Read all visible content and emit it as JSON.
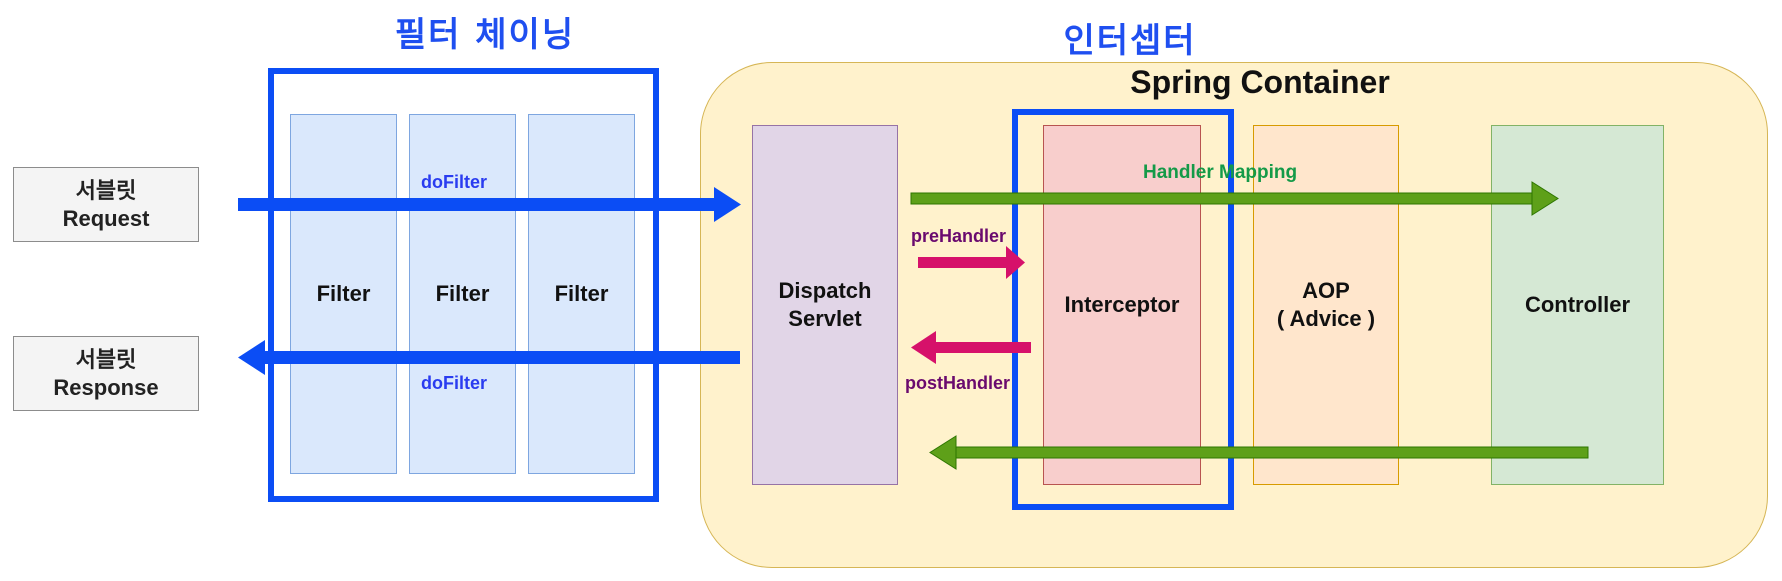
{
  "titles": {
    "filter_chaining": "필터 체이닝",
    "interceptor": "인터셉터"
  },
  "container": {
    "title": "Spring Container"
  },
  "servlet_request": {
    "line1": "서블릿",
    "line2": "Request"
  },
  "servlet_response": {
    "line1": "서블릿",
    "line2": "Response"
  },
  "filters": [
    "Filter",
    "Filter",
    "Filter"
  ],
  "do_filter_top": "doFilter",
  "do_filter_bottom": "doFilter",
  "dispatcher": "Dispatch\nServlet",
  "interceptor_box": "Interceptor",
  "aop": "AOP\n( Advice )",
  "controller": "Controller",
  "handler_mapping": "Handler Mapping",
  "pre_handler": "preHandler",
  "post_handler": "postHandler",
  "colors": {
    "blue_accent": "#0b4df5",
    "green_arrow": "#5ea019",
    "magenta_arrow": "#d6116a",
    "purple_text": "#6a0a6e",
    "green_text": "#149a48",
    "container_fill": "#fff2cc",
    "container_border": "#d6b656"
  }
}
